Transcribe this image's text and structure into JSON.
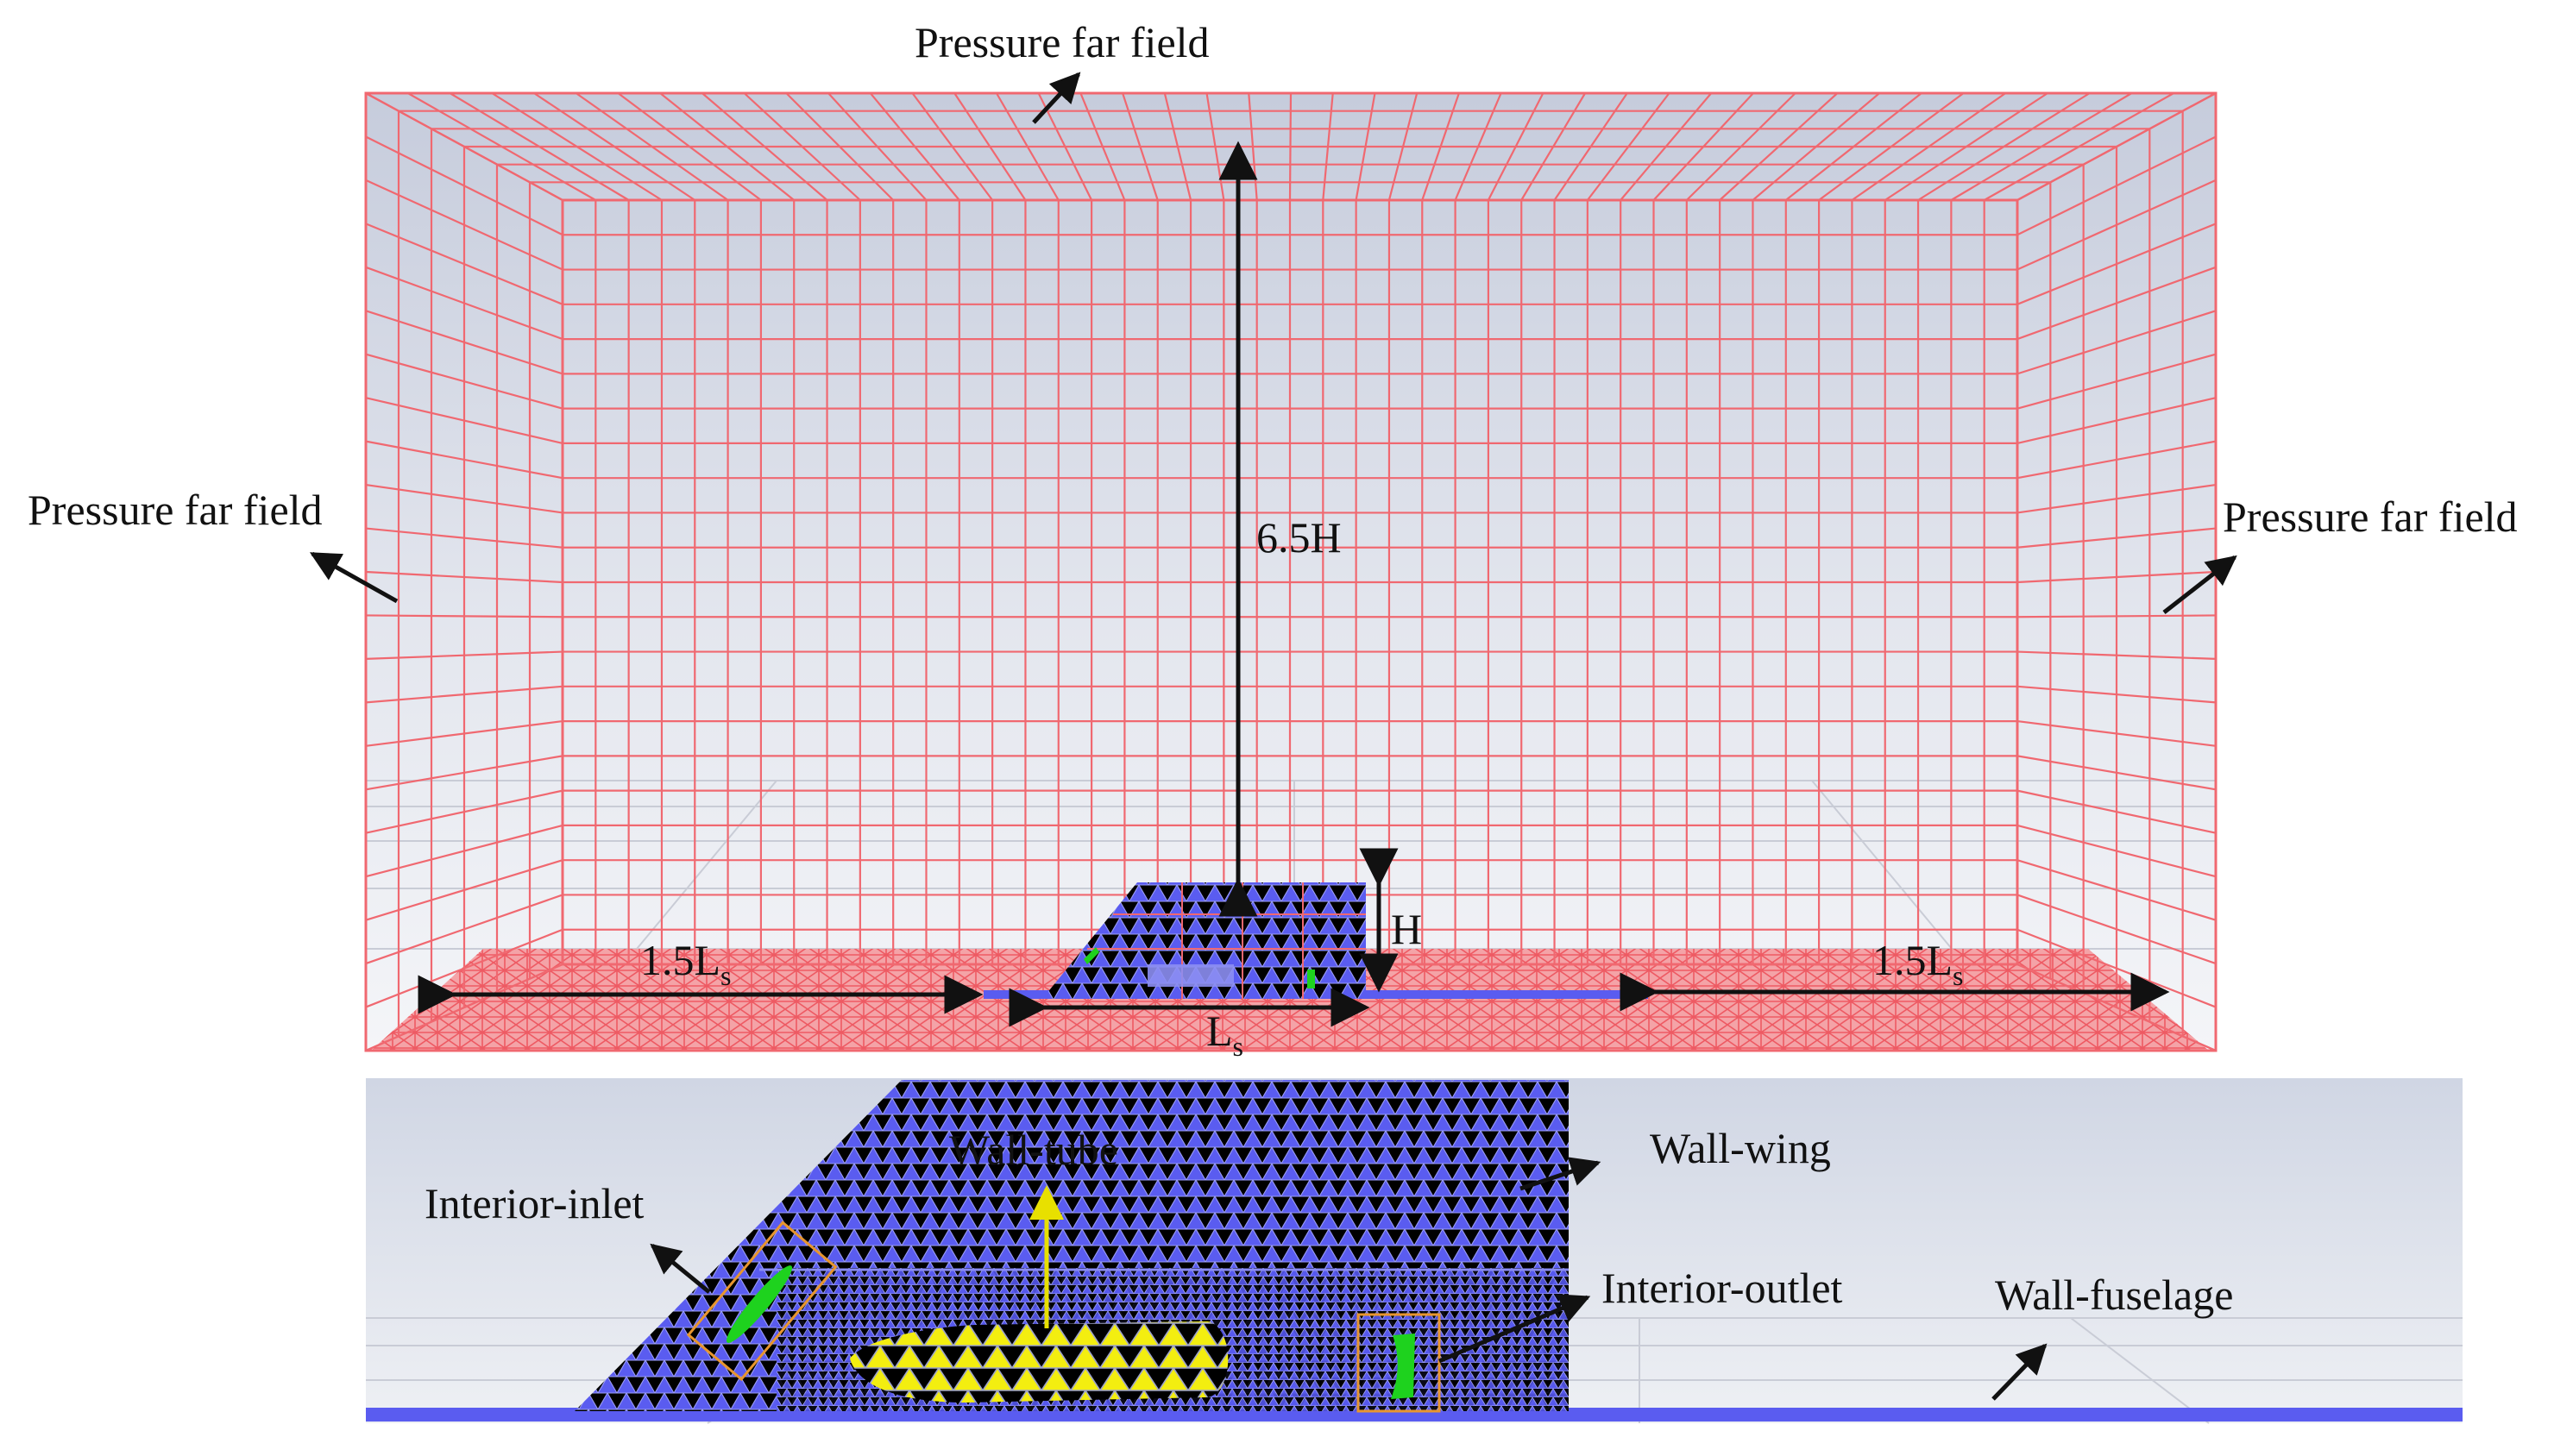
{
  "labels": {
    "far_field_top": "Pressure far field",
    "far_field_left": "Pressure far field",
    "far_field_right": "Pressure far field",
    "height_6_5": "6.5H",
    "height_h": "H",
    "length_left_prefix": "1.5L",
    "length_left_sub": "s",
    "length_right_prefix": "1.5L",
    "length_right_sub": "s",
    "length_center_prefix": "L",
    "length_center_sub": "s",
    "wall_tube": "Wall-tube",
    "wall_wing": "Wall-wing",
    "interior_inlet": "Interior-inlet",
    "interior_outlet": "Interior-outlet",
    "wall_fuselage": "Wall-fuselage"
  },
  "colors": {
    "grid": "#f06870",
    "ground_mesh": "#f26d75",
    "wing": "#5a5cf0",
    "tube": "#f5f000",
    "inlet_outlet": "#1ed21e",
    "box_outline": "#e8962e",
    "tube_arrow": "#e8e000",
    "background": "#d4d9e6",
    "arrow": "#111111"
  }
}
